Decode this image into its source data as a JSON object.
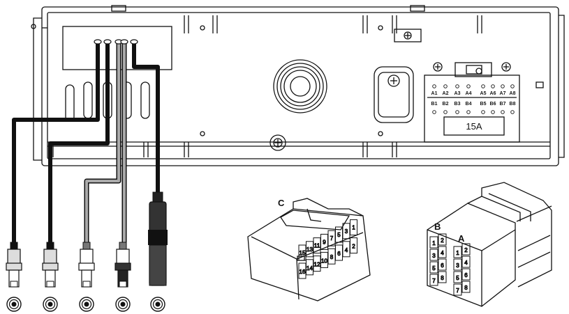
{
  "iso_header": {
    "row_a": [
      "A1",
      "A2",
      "A3",
      "A4",
      "A5",
      "A6",
      "A7",
      "A8"
    ],
    "row_b": [
      "B1",
      "B2",
      "B3",
      "B4",
      "B5",
      "B6",
      "B7",
      "B8"
    ],
    "fuse_label": "15A"
  },
  "connector_c": {
    "label": "C",
    "pins_top": [
      "15",
      "13",
      "11",
      "9",
      "7",
      "5",
      "3",
      "1"
    ],
    "pins_bottom": [
      "16",
      "14",
      "12",
      "10",
      "8",
      "6",
      "4",
      "2"
    ]
  },
  "connector_ab": {
    "label_b": "B",
    "label_a": "A",
    "pins_b": [
      "1",
      "2",
      "3",
      "4",
      "5",
      "6",
      "7",
      "8"
    ],
    "pins_a": [
      "1",
      "2",
      "3",
      "4",
      "5",
      "6",
      "7",
      "8"
    ]
  },
  "cables": [
    {
      "name": "rca-1",
      "color": "#111111",
      "plug": "rca"
    },
    {
      "name": "rca-2",
      "color": "#111111",
      "plug": "rca"
    },
    {
      "name": "rca-3",
      "color": "#8a8a8a",
      "plug": "rca"
    },
    {
      "name": "rca-4",
      "color": "#8a8a8a",
      "plug": "rca"
    },
    {
      "name": "antenna",
      "color": "#111111",
      "plug": "antenna"
    }
  ]
}
